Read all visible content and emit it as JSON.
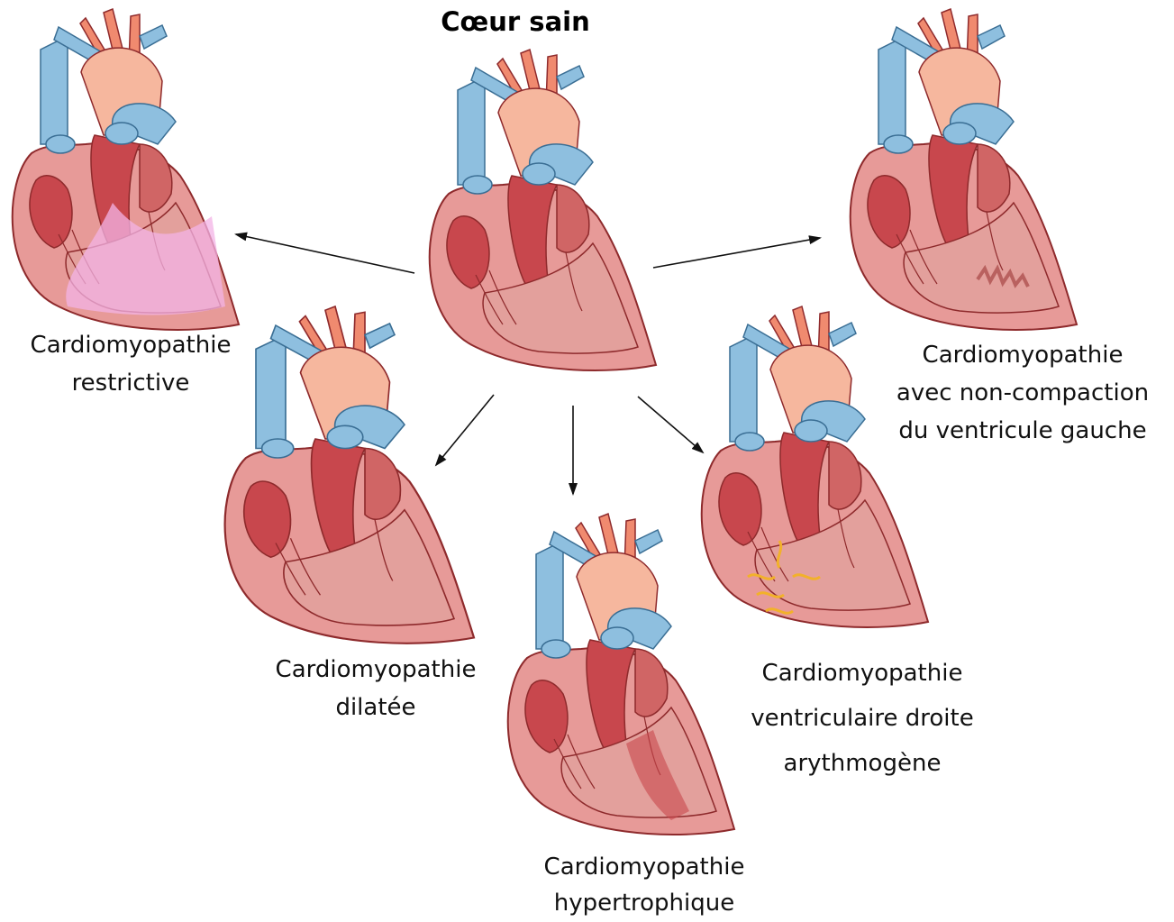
{
  "diagram": {
    "title": "Cœur sain",
    "center": {
      "name": "healthy-heart"
    },
    "variants": [
      {
        "key": "restrictive",
        "lines": [
          "Cardiomyopathie",
          "restrictive"
        ]
      },
      {
        "key": "dilated",
        "lines": [
          "Cardiomyopathie",
          "dilatée"
        ]
      },
      {
        "key": "hypertrophic",
        "lines": [
          "Cardiomyopathie",
          "hypertrophique"
        ]
      },
      {
        "key": "arrhythmogenic",
        "lines": [
          "Cardiomyopathie",
          "ventriculaire droite",
          "arythmogène"
        ]
      },
      {
        "key": "noncompaction",
        "lines": [
          "Cardiomyopathie",
          "avec non-compaction",
          "du ventricule gauche"
        ]
      }
    ],
    "colors": {
      "aorta": "#f08a6f",
      "vena_cava": "#8ebfdf",
      "myocardium": "#e79a98",
      "muscle_dark": "#c8474d",
      "ventricle_fill": "#e3a09c",
      "outline": "#8e2a2c",
      "restrictive_overlay": "#f3b3e6",
      "fibrosis": "#f2b12a"
    }
  }
}
